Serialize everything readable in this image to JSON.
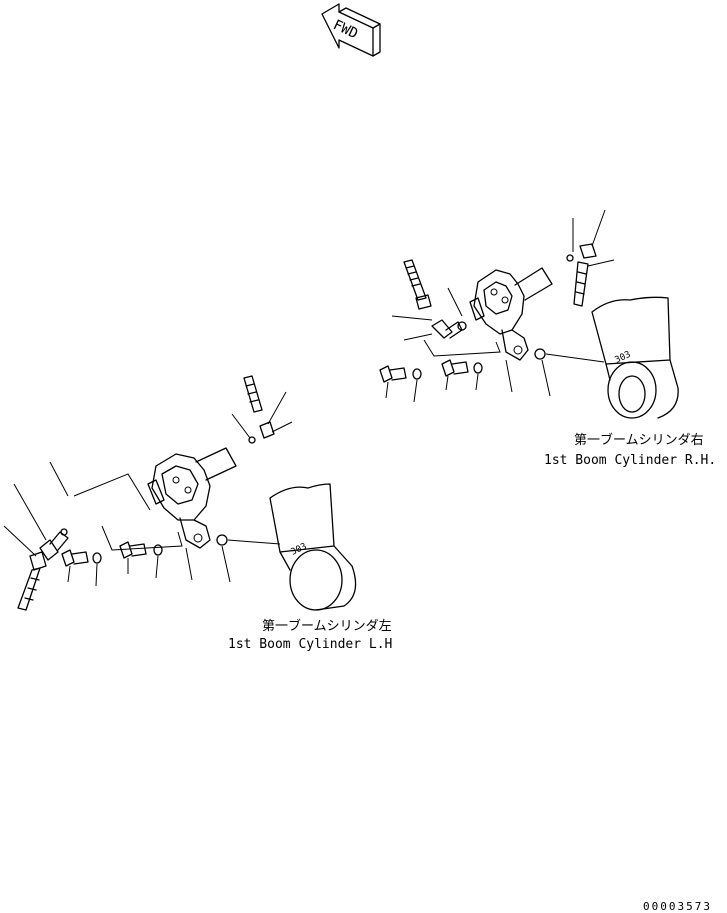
{
  "fwd_label": "FWD",
  "right_caption_jp": "第一ブームシリンダ右",
  "right_caption_en": "1st Boom Cylinder R.H.",
  "left_caption_jp": "第一ブームシリンダ左",
  "left_caption_en": "1st Boom Cylinder L.H",
  "drawing_code": "00003573",
  "cylinder_marking": "303"
}
